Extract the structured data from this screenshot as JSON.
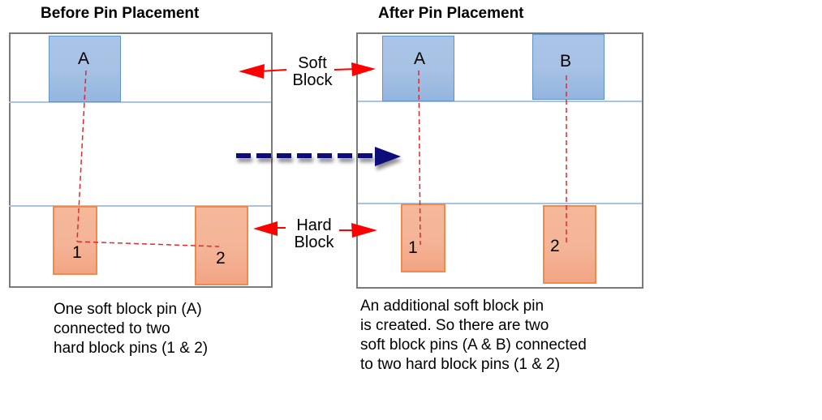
{
  "before": {
    "title": "Before Pin Placement",
    "soft_blocks": [
      {
        "pin": "A"
      }
    ],
    "hard_blocks": [
      {
        "pin": "1"
      },
      {
        "pin": "2"
      }
    ],
    "caption": [
      "One soft block pin (A)",
      "connected to two",
      "hard block pins (1 & 2)"
    ]
  },
  "after": {
    "title": "After Pin Placement",
    "soft_blocks": [
      {
        "pin": "A"
      },
      {
        "pin": "B"
      }
    ],
    "hard_blocks": [
      {
        "pin": "1"
      },
      {
        "pin": "2"
      }
    ],
    "caption": [
      "An additional soft block pin",
      "is created. So there are two",
      "soft block pins (A & B) connected",
      "to two hard block pins (1 & 2)"
    ]
  },
  "labels": {
    "soft_block": [
      "Soft",
      "Block"
    ],
    "hard_block": [
      "Hard",
      "Block"
    ]
  },
  "colors": {
    "soft_block_fill": "#a9c4e6",
    "hard_block_fill": "#f4b497",
    "connection_line": "#e8262a",
    "pointer_arrow": "#ff0000",
    "transition_arrow": "#0a0a7a"
  }
}
